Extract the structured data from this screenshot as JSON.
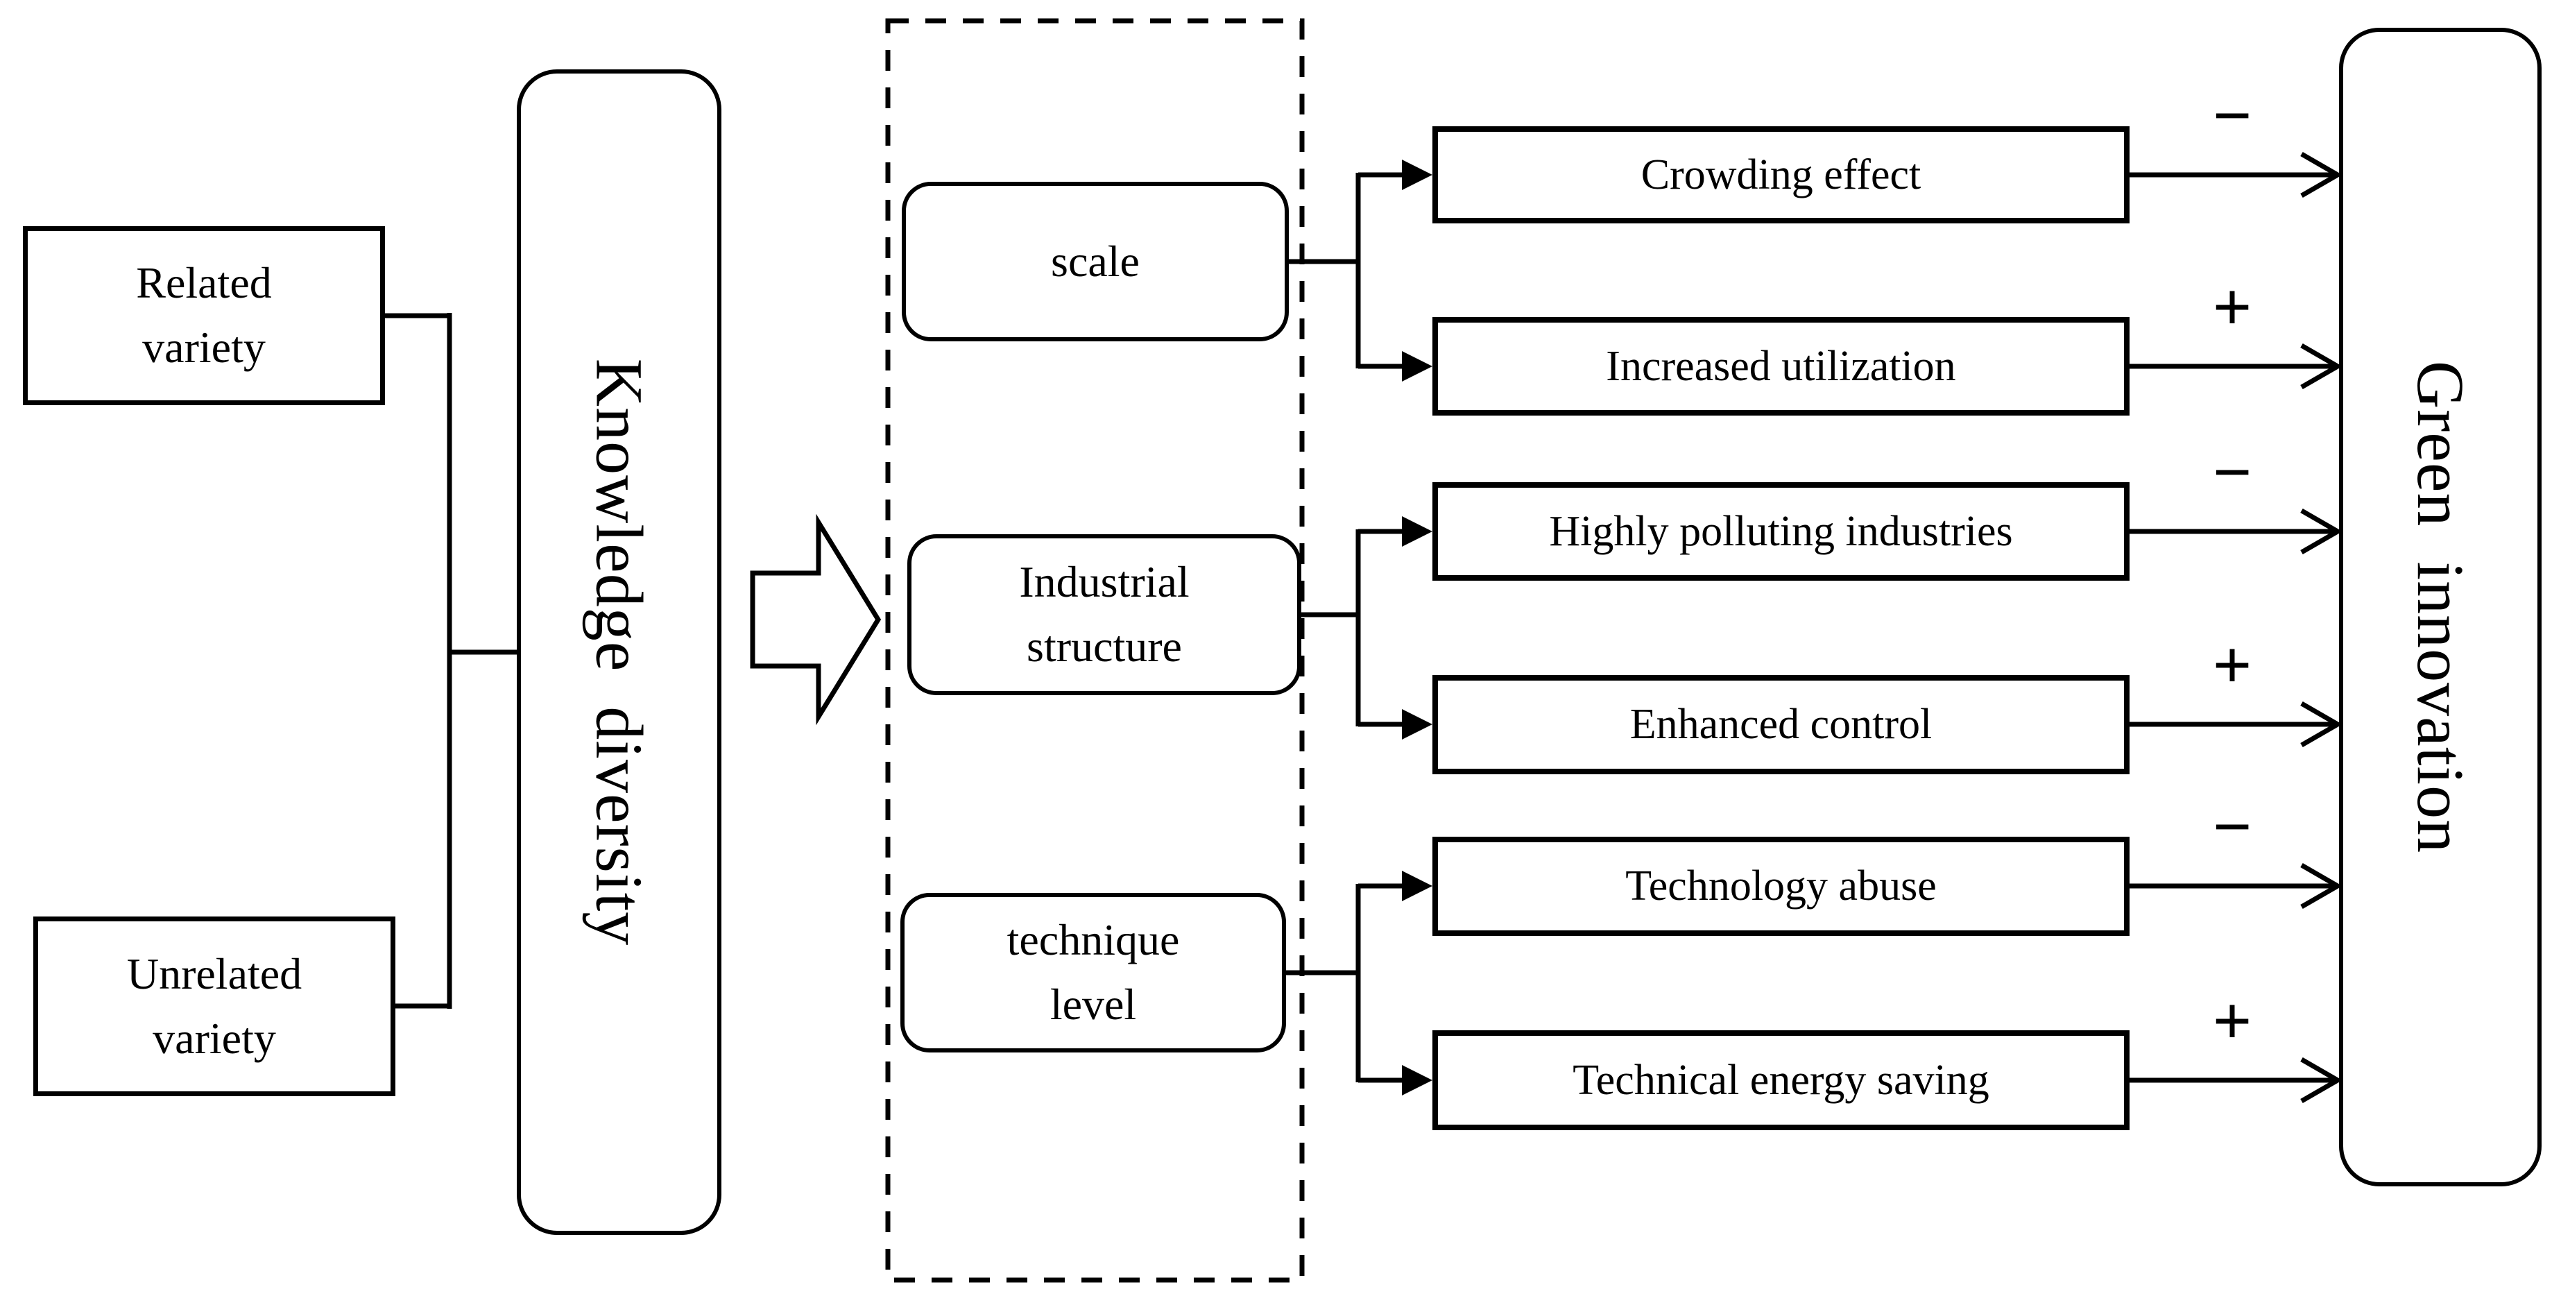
{
  "nodes": {
    "related_variety": {
      "line1": "Related",
      "line2": "variety"
    },
    "unrelated_variety": {
      "line1": "Unrelated",
      "line2": "variety"
    },
    "knowledge_diversity": {
      "label": "Knowledge  diversity"
    },
    "scale": {
      "label": "scale"
    },
    "industrial_structure": {
      "line1": "Industrial",
      "line2": "structure"
    },
    "technique_level": {
      "line1": "technique",
      "line2": "level"
    },
    "crowding_effect": {
      "label": "Crowding effect",
      "sign": "−"
    },
    "increased_utilization": {
      "label": "Increased utilization",
      "sign": "+"
    },
    "highly_polluting_industries": {
      "label": "Highly polluting industries",
      "sign": "−"
    },
    "enhanced_control": {
      "label": "Enhanced control",
      "sign": "+"
    },
    "technology_abuse": {
      "label": "Technology abuse",
      "sign": "−"
    },
    "technical_energy_saving": {
      "label": "Technical energy saving",
      "sign": "+"
    },
    "green_innovation": {
      "label": "Green  innovation"
    }
  },
  "colors": {
    "line": "#000000",
    "background": "#ffffff"
  }
}
